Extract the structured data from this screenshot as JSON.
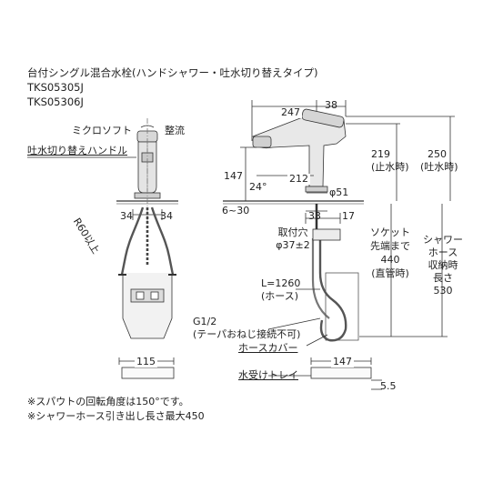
{
  "title": "台付シングル混合水栓(ハンドシャワー・吐水切り替えタイプ)",
  "models": [
    "TKS05305J",
    "TKS05306J"
  ],
  "front_view": {
    "mikuro": "ミクロソフト",
    "seiryu": "整流",
    "switch_handle": "吐水切り替えハンドル",
    "dim_34_left": "34",
    "dim_34_right": "34",
    "r60": "R60以上",
    "dim_115": "115"
  },
  "side_view": {
    "dim_247": "247",
    "dim_38": "38",
    "dim_219": "219",
    "dim_219_sub": "(止水時)",
    "dim_250": "250",
    "dim_250_sub": "(吐水時)",
    "dim_147_top": "147",
    "angle_24": "24°",
    "dim_212": "212",
    "phi51": "φ51",
    "dim_6_30": "6~30",
    "dim_33": "33",
    "dim_17": "17",
    "mount_hole": "取付穴",
    "mount_hole_dim": "φ37±2",
    "socket": [
      "ソケット",
      "先端まで",
      "440",
      "(直管時)"
    ],
    "shower_hose": [
      "シャワー",
      "ホース",
      "収納時",
      "長さ",
      "530"
    ],
    "hose_length": "L=1260",
    "hose_label": "(ホース)",
    "g12": "G1/2",
    "g12_sub": "(テーパおねじ接続不可)",
    "hose_cover": "ホースカバー",
    "dim_147_bottom": "147",
    "water_tray": "水受けトレイ",
    "dim_5_5": "5.5"
  },
  "notes": [
    "※スパウトの回転角度は150°です。",
    "※シャワーホース引き出し長さ最大450"
  ]
}
